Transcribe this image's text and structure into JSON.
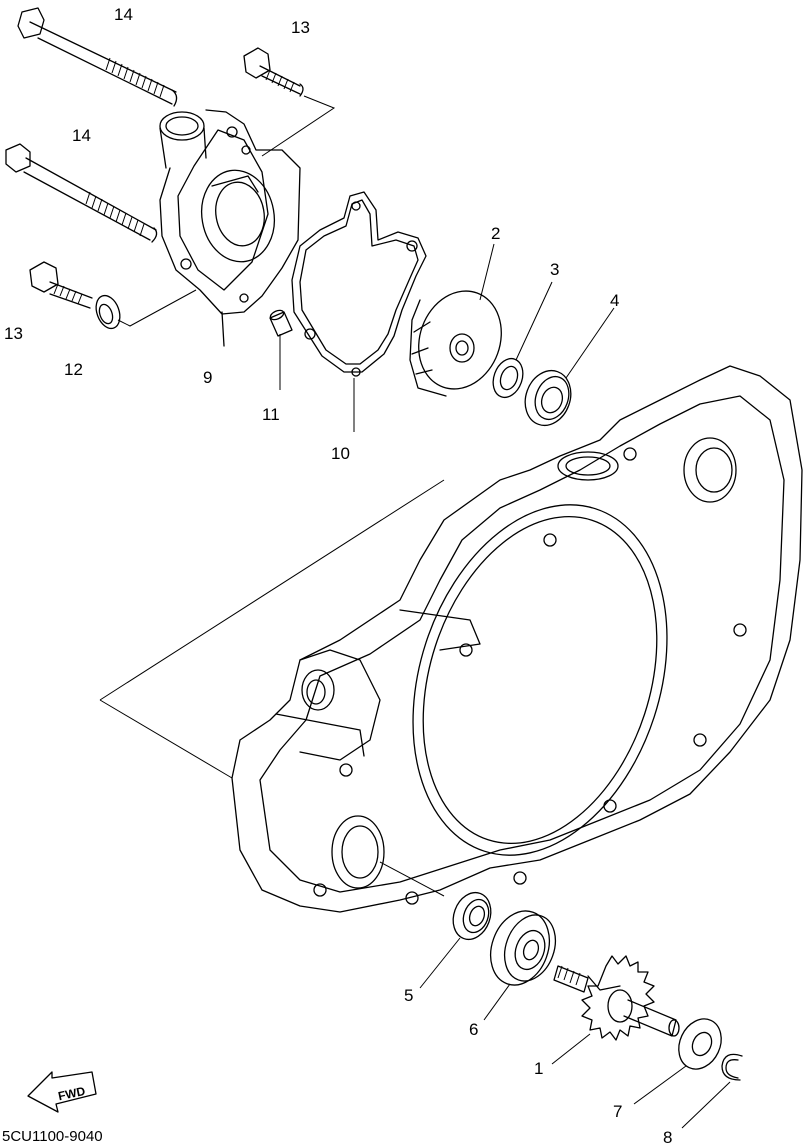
{
  "diagram": {
    "code": "5CU1100-9040",
    "fwd_label": "FWD",
    "callouts": [
      {
        "id": "14a",
        "text": "14"
      },
      {
        "id": "13a",
        "text": "13"
      },
      {
        "id": "14b",
        "text": "14"
      },
      {
        "id": "13b",
        "text": "13"
      },
      {
        "id": "12",
        "text": "12"
      },
      {
        "id": "9",
        "text": "9"
      },
      {
        "id": "11",
        "text": "11"
      },
      {
        "id": "10",
        "text": "10"
      },
      {
        "id": "2",
        "text": "2"
      },
      {
        "id": "3",
        "text": "3"
      },
      {
        "id": "4",
        "text": "4"
      },
      {
        "id": "5",
        "text": "5"
      },
      {
        "id": "6",
        "text": "6"
      },
      {
        "id": "1",
        "text": "1"
      },
      {
        "id": "7",
        "text": "7"
      },
      {
        "id": "8",
        "text": "8"
      }
    ]
  }
}
